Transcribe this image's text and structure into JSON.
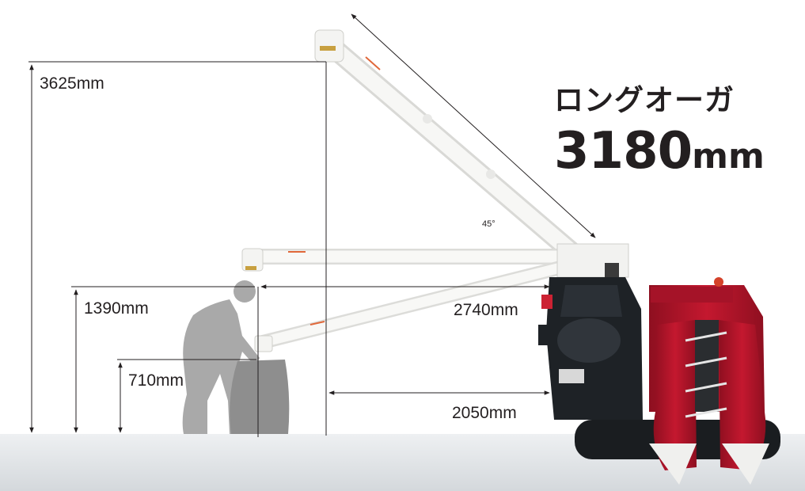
{
  "headline": {
    "title": "ロングオーガ",
    "number": "3180",
    "unit": "mm"
  },
  "dimensions": {
    "height_max": "3625mm",
    "height_mid": "1390mm",
    "height_low": "710mm",
    "reach_horizontal": "2740mm",
    "reach_lowered": "2050mm",
    "angle": "45°"
  },
  "colors": {
    "ground": "#e3e6e8",
    "harvester_red": "#b5152b",
    "cab_black": "#1e2226",
    "auger_white": "#f7f7f5",
    "silhouette_grey": "#a9a9a9",
    "line": "#231f20"
  }
}
